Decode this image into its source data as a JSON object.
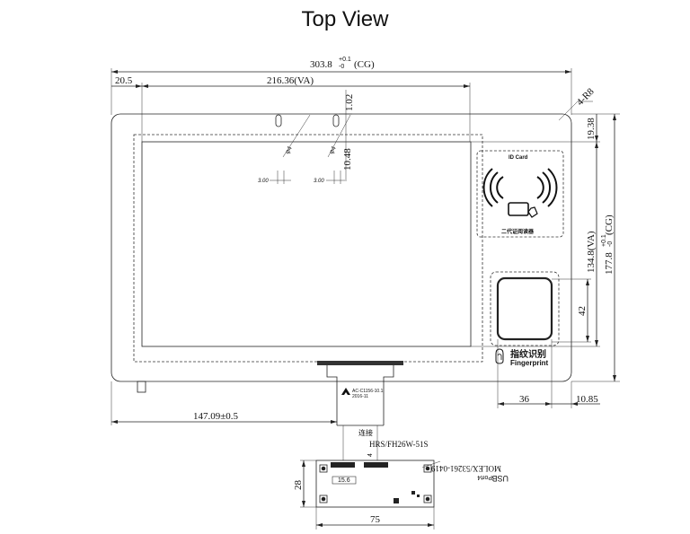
{
  "title": "Top View",
  "dimensions": {
    "overall_width": "303.8",
    "overall_width_tol_upper": "+0.1",
    "overall_width_tol_lower": "-0",
    "overall_width_suffix": "(CG)",
    "left_offset": "20.5",
    "va_width": "216.36(VA)",
    "top_gap": "1.02",
    "corner_radius": "4-R8",
    "top_offset": "19.38",
    "va_height": "134.8(VA)",
    "overall_height": "177.8",
    "overall_height_tol_upper": "+0.1",
    "overall_height_tol_lower": "-0",
    "overall_height_suffix": "(CG)",
    "slot_height": "10.48",
    "slot_dia_1": "φ4",
    "slot_dia_2": "φ4",
    "slot_width_1": "3.00",
    "slot_width_2": "3.00",
    "fp_height": "42",
    "fp_width": "36",
    "right_offset": "10.85",
    "fpc_offset": "147.09±0.5",
    "pcb_height": "28",
    "pcb_width": "75",
    "conn_width": "15.6",
    "fpc_side": "4"
  },
  "labels": {
    "id_card": "ID Card",
    "id_reader_cn": "二代证阅读器",
    "fp_cn": "指纹识别",
    "fp_en": "Fingerprint",
    "fpc_model": "AC-C1156-10.1",
    "fpc_date": "2016-11",
    "connect_cn": "连接",
    "hrs": "HRS/FH26W-51S",
    "molex": "MOLEX/53261-0419",
    "usb": "USB",
    "usb_port": "Port4"
  }
}
